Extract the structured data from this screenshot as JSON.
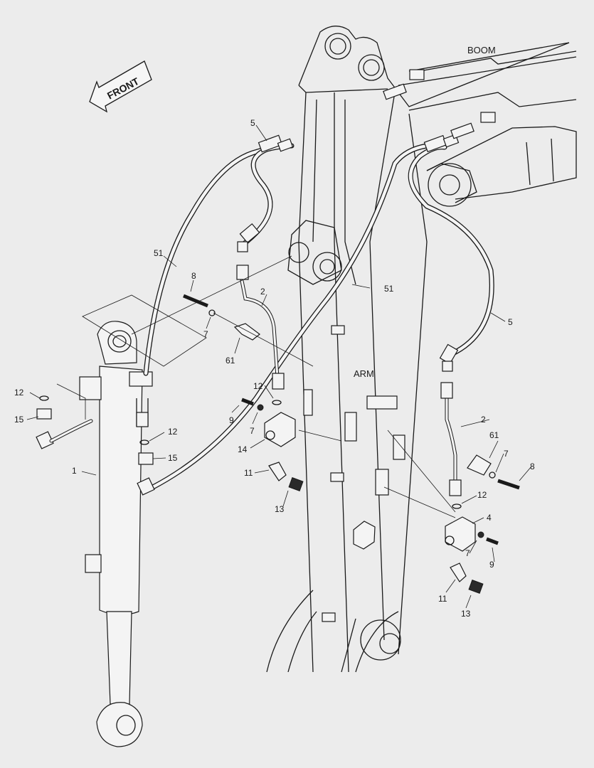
{
  "diagram": {
    "front_label": "FRONT",
    "boom_label": "BOOM",
    "arm_label": "ARM",
    "callouts": [
      {
        "id": "c5a",
        "text": "5"
      },
      {
        "id": "c51a",
        "text": "51"
      },
      {
        "id": "c8a",
        "text": "8"
      },
      {
        "id": "c2a",
        "text": "2"
      },
      {
        "id": "c51b",
        "text": "51"
      },
      {
        "id": "c7a",
        "text": "7"
      },
      {
        "id": "c61a",
        "text": "61"
      },
      {
        "id": "c5b",
        "text": "5"
      },
      {
        "id": "c12a",
        "text": "12"
      },
      {
        "id": "c15a",
        "text": "15"
      },
      {
        "id": "c12b",
        "text": "12"
      },
      {
        "id": "c9a",
        "text": "9"
      },
      {
        "id": "c7b",
        "text": "7"
      },
      {
        "id": "c14",
        "text": "14"
      },
      {
        "id": "c12c",
        "text": "12"
      },
      {
        "id": "c15b",
        "text": "15"
      },
      {
        "id": "c1",
        "text": "1"
      },
      {
        "id": "c11a",
        "text": "11"
      },
      {
        "id": "c13a",
        "text": "13"
      },
      {
        "id": "c2b",
        "text": "2"
      },
      {
        "id": "c61b",
        "text": "61"
      },
      {
        "id": "c7c",
        "text": "7"
      },
      {
        "id": "c8b",
        "text": "8"
      },
      {
        "id": "c12d",
        "text": "12"
      },
      {
        "id": "c4",
        "text": "4"
      },
      {
        "id": "c7d",
        "text": "7"
      },
      {
        "id": "c9b",
        "text": "9"
      },
      {
        "id": "c11b",
        "text": "11"
      },
      {
        "id": "c13b",
        "text": "13"
      }
    ]
  }
}
